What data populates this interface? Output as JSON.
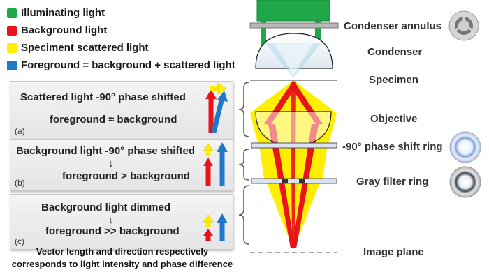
{
  "legend": [
    {
      "label": "Illuminating light",
      "color": "#1fa84a"
    },
    {
      "label": "Background light",
      "color": "#e8141a"
    },
    {
      "label": "Speciment scattered light",
      "color": "#ffee00"
    },
    {
      "label": "Foreground = background + scattered light",
      "color": "#1f78c8"
    }
  ],
  "panels": [
    {
      "line1": "Scattered light -90° phase shifted",
      "line2": "foreground ≈ background",
      "tag": "(a)"
    },
    {
      "line1": "Background light -90° phase shifted",
      "arrow": "↓",
      "line2": "foreground > background",
      "tag": "(b)"
    },
    {
      "line1": "Background light dimmed",
      "arrow": "↓",
      "line2": "foreground >> background",
      "tag": "(c)"
    }
  ],
  "caption": {
    "line1": "Vector length and direction respectively",
    "line2": "corresponds to light intensity and phase difference"
  },
  "labels": {
    "condenser_annulus": "Condenser annulus",
    "condenser": "Condenser",
    "specimen": "Specimen",
    "objective": "Objective",
    "phase_ring": "-90° phase shift ring",
    "gray_ring": "Gray filter ring",
    "image_plane": "Image plane"
  },
  "colors": {
    "green": "#1fa84a",
    "red": "#e8141a",
    "yellow": "#ffee00",
    "blue": "#1f78c8"
  }
}
